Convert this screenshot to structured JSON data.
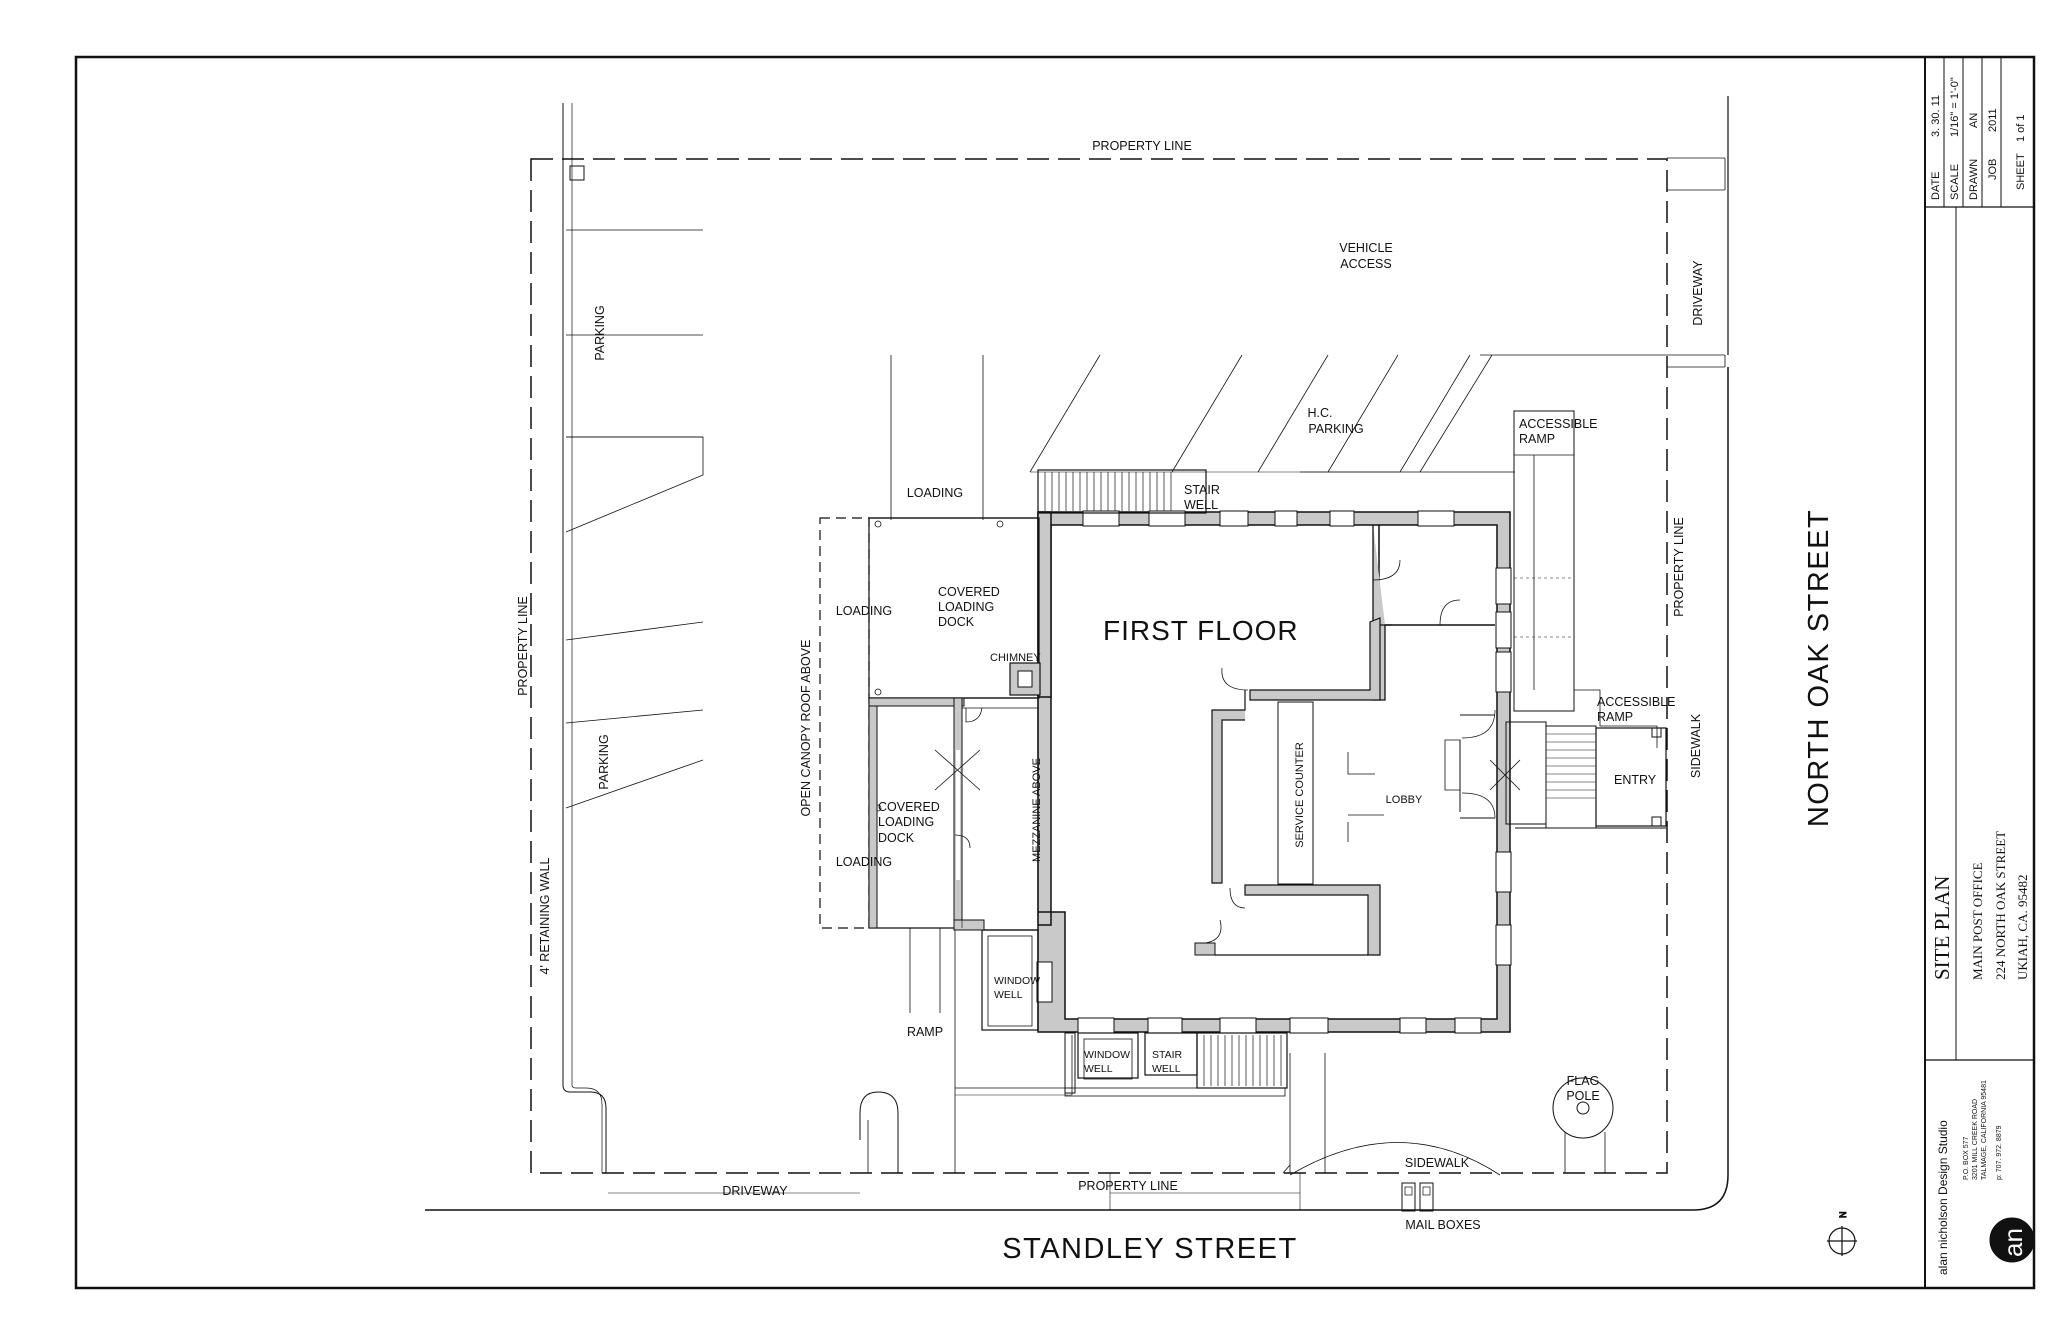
{
  "labels": {
    "property_line": "PROPERTY LINE",
    "vehicle_access_1": "VEHICLE",
    "vehicle_access_2": "ACCESS",
    "driveway": "DRIVEWAY",
    "parking": "PARKING",
    "hc_parking_1": "H.C.",
    "hc_parking_2": "PARKING",
    "accessible_1": "ACCESSIBLE",
    "ramp": "RAMP",
    "stair": "STAIR",
    "well": "WELL",
    "window": "WINDOW",
    "loading": "LOADING",
    "covered": "COVERED",
    "dock": "DOCK",
    "chimney": "CHIMNEY",
    "first_floor": "FIRST  FLOOR",
    "open_canopy": "OPEN  CANOPY  ROOF  ABOVE",
    "mezzanine": "MEZZANINE  ABOVE",
    "service_counter": "SERVICE  COUNTER",
    "lobby": "LOBBY",
    "entry": "ENTRY",
    "sidewalk": "SIDEWALK",
    "retaining_wall": "4'  RETAINING  WALL",
    "flag_1": "FLAG",
    "flag_2": "POLE",
    "mail_boxes": "MAIL  BOXES",
    "standley_street": "STANDLEY  STREET",
    "north_oak_street": "NORTH  OAK  STREET"
  },
  "title_block": {
    "date_label": "DATE",
    "date_value": "3. 30. 11",
    "scale_label": "SCALE",
    "scale_value": "1/16\" = 1'-0\"",
    "drawn_label": "DRAWN",
    "drawn_value": "AN",
    "job_label": "JOB",
    "job_value": "2011",
    "sheet_label": "SHEET",
    "sheet_value": "1   of   1",
    "plan_title": "SITE   PLAN",
    "project_name": "MAIN POST OFFICE",
    "project_street": "224  NORTH OAK  STREET",
    "project_city": "UKIAH,  CA.   95482",
    "studio_name": "alan  nicholson  Design  Studio",
    "studio_box": "P.O.  BOX  577",
    "studio_road": "3201  MILL  CREEK  ROAD",
    "studio_city": "TALMAGE,  CALIFORNIA   95481",
    "studio_phone": "p:  707. 972. 8879",
    "logo": "an"
  },
  "north_arrow": {
    "letter": "N",
    "icon": "north-arrow-icon"
  },
  "colors": {
    "line": "#111111",
    "wall_fill": "#c9c9c9",
    "paper": "#ffffff"
  }
}
